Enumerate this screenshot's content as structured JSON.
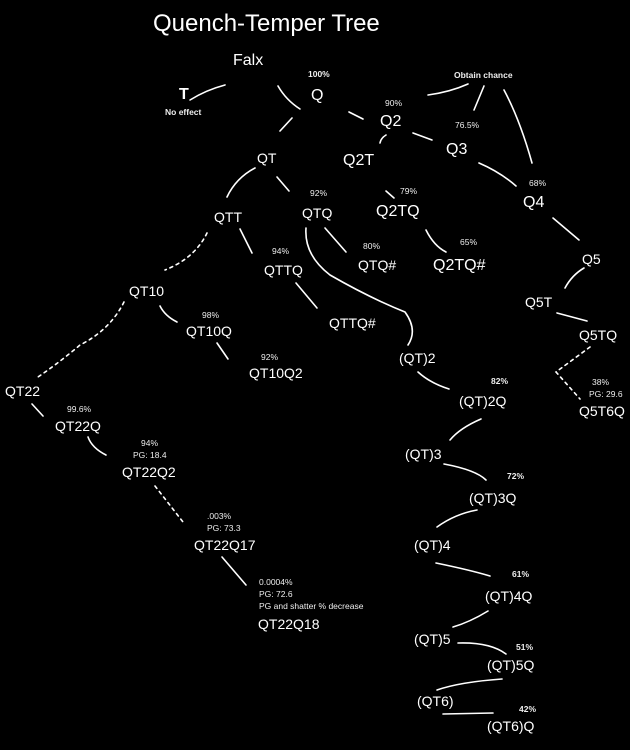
{
  "title": "Quench-Temper Tree",
  "nodes": {
    "Falx": "Falx",
    "T": "T",
    "T_note": "No effect",
    "Q": "Q",
    "Q_pct": "100%",
    "Q2": "Q2",
    "Q2_pct": "90%",
    "Q3": "Q3",
    "Q3_pct": "76.5%",
    "obtain_chance": "Obtain chance",
    "QT": "QT",
    "Q2T": "Q2T",
    "QTQ": "QTQ",
    "QTQ_pct": "92%",
    "Q2TQ": "Q2TQ",
    "Q2TQ_pct": "79%",
    "Q4": "Q4",
    "Q4_pct": "68%",
    "QTT": "QTT",
    "QTTQ": "QTTQ",
    "QTTQ_pct": "94%",
    "QTQ_hash": "QTQ#",
    "QTQ_hash_pct": "80%",
    "Q2TQ_hash": "Q2TQ#",
    "Q2TQ_hash_pct": "65%",
    "Q5": "Q5",
    "QT10": "QT10",
    "Q5T": "Q5T",
    "QT10Q": "QT10Q",
    "QT10Q_pct": "98%",
    "QTTQ_hash": "QTTQ#",
    "Q5TQ": "Q5TQ",
    "QT_2": "(QT)2",
    "QT10Q2": "QT10Q2",
    "QT10Q2_pct": "92%",
    "QT_2Q_pct": "82%",
    "QT_2Q": "(QT)2Q",
    "QT22": "QT22",
    "Q5T6Q_pct": "38%",
    "Q5T6Q_pg": "PG: 29.6",
    "Q5T6Q": "Q5T6Q",
    "QT22Q_pct": "99.6%",
    "QT22Q": "QT22Q",
    "QT_3": "(QT)3",
    "QT22Q2_pct": "94%",
    "QT22Q2_pg": "PG: 18.4",
    "QT22Q2": "QT22Q2",
    "QT_3Q_pct": "72%",
    "QT_3Q": "(QT)3Q",
    "QT22Q17_pct": ".003%",
    "QT22Q17_pg": "PG: 73.3",
    "QT22Q17": "QT22Q17",
    "QT_4": "(QT)4",
    "QT_4Q_pct": "61%",
    "QT_4Q": "(QT)4Q",
    "QT22Q18_pct": "0.0004%",
    "QT22Q18_pg": "PG: 72.6",
    "QT22Q18_note": "PG and shatter % decrease",
    "QT22Q18": "QT22Q18",
    "QT_5": "(QT)5",
    "QT_5Q_pct": "51%",
    "QT_5Q": "(QT)5Q",
    "QT6": "(QT6)",
    "QT6Q_pct": "42%",
    "QT6Q": "(QT6)Q"
  },
  "colors": {
    "background": "#000000",
    "foreground": "#ffffff"
  }
}
